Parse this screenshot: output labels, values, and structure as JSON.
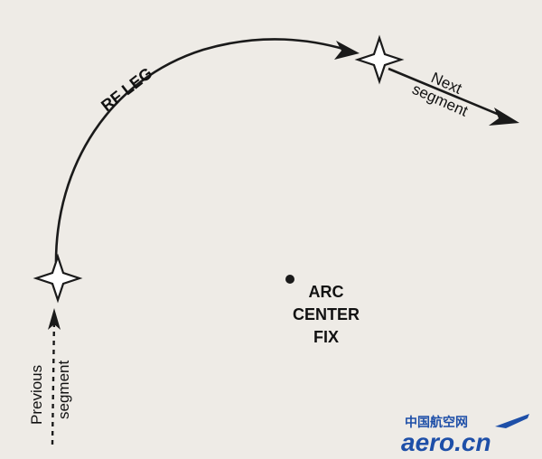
{
  "diagram": {
    "rf_leg_label": "RF LEG",
    "next_segment": [
      "Next",
      "segment"
    ],
    "previous_segment": [
      "Previous",
      "segment"
    ],
    "arc_center_fix": [
      "ARC",
      "CENTER",
      "FIX"
    ]
  },
  "watermark": {
    "chinese_text": "中国航空网",
    "brand_text": "aero.cn",
    "brand_color": "#1e4fa8"
  },
  "colors": {
    "background": "#eeebe6",
    "line": "#1a1a1a",
    "fix_fill": "#ffffff"
  }
}
